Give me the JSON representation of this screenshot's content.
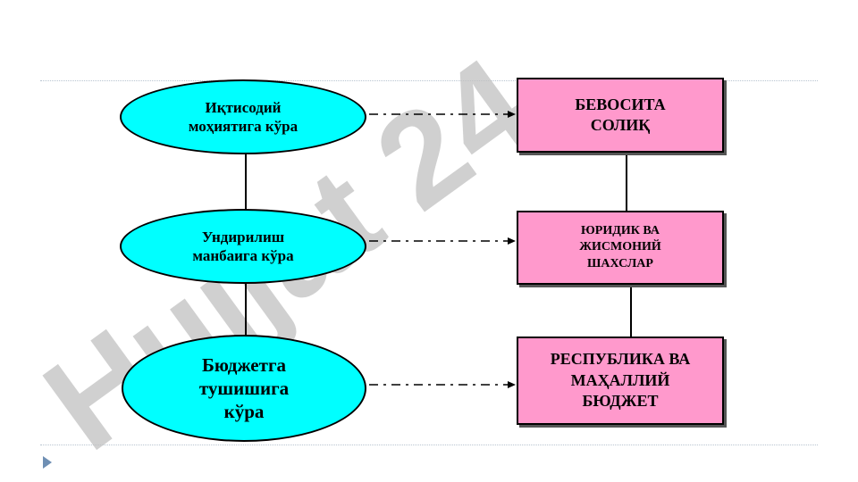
{
  "watermark": {
    "text": "Hujjat 24",
    "color": "#c0c0c0",
    "accent": "#b8a8f0"
  },
  "left_nodes": [
    {
      "text": "Иқтисодий\nмоҳиятига кўра"
    },
    {
      "text": "Ундирилиш\nманбаига кўра"
    },
    {
      "text": "Бюджетга\nтушишига\nкўра"
    }
  ],
  "right_nodes": [
    {
      "text": "БЕВОСИТА\nСОЛИҚ"
    },
    {
      "text": "ЮРИДИК ВА\nЖИСМОНИЙ\nШАХСЛАР"
    },
    {
      "text": "РЕСПУБЛИКА ВА\nМАҲАЛЛИЙ\nБЮДЖЕТ"
    }
  ],
  "colors": {
    "ellipse_fill": "#00ffff",
    "box_fill": "#ff99cc",
    "line": "#000000",
    "nav": "#6f8fb4"
  },
  "nav": {
    "icon": "play-triangle-icon"
  }
}
